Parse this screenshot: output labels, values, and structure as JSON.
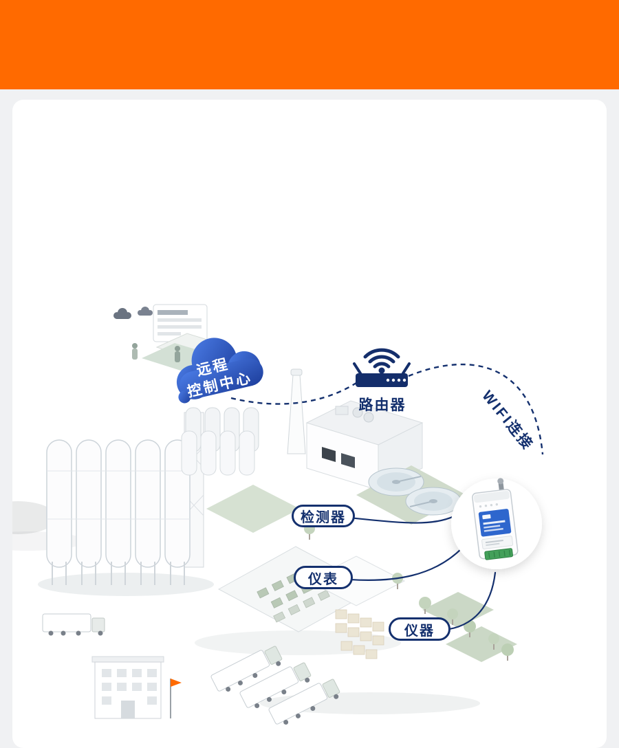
{
  "colors": {
    "banner_orange": "#ff6a00",
    "accent_navy": "#14306e",
    "cloud_blue_start": "#4b7ce6",
    "cloud_blue_end": "#1d3e9c",
    "device_panel_blue": "#2e66cd",
    "device_terminal_green": "#44a05a"
  },
  "scene": {
    "cloud": {
      "line1": "远程",
      "line2": "控制中心"
    },
    "router": {
      "label": "路由器"
    },
    "wifi": {
      "label": "WIFI连接"
    },
    "nodes": [
      {
        "id": "detector",
        "label": "检测器"
      },
      {
        "id": "meter",
        "label": "仪表"
      },
      {
        "id": "instrument",
        "label": "仪器"
      }
    ]
  }
}
